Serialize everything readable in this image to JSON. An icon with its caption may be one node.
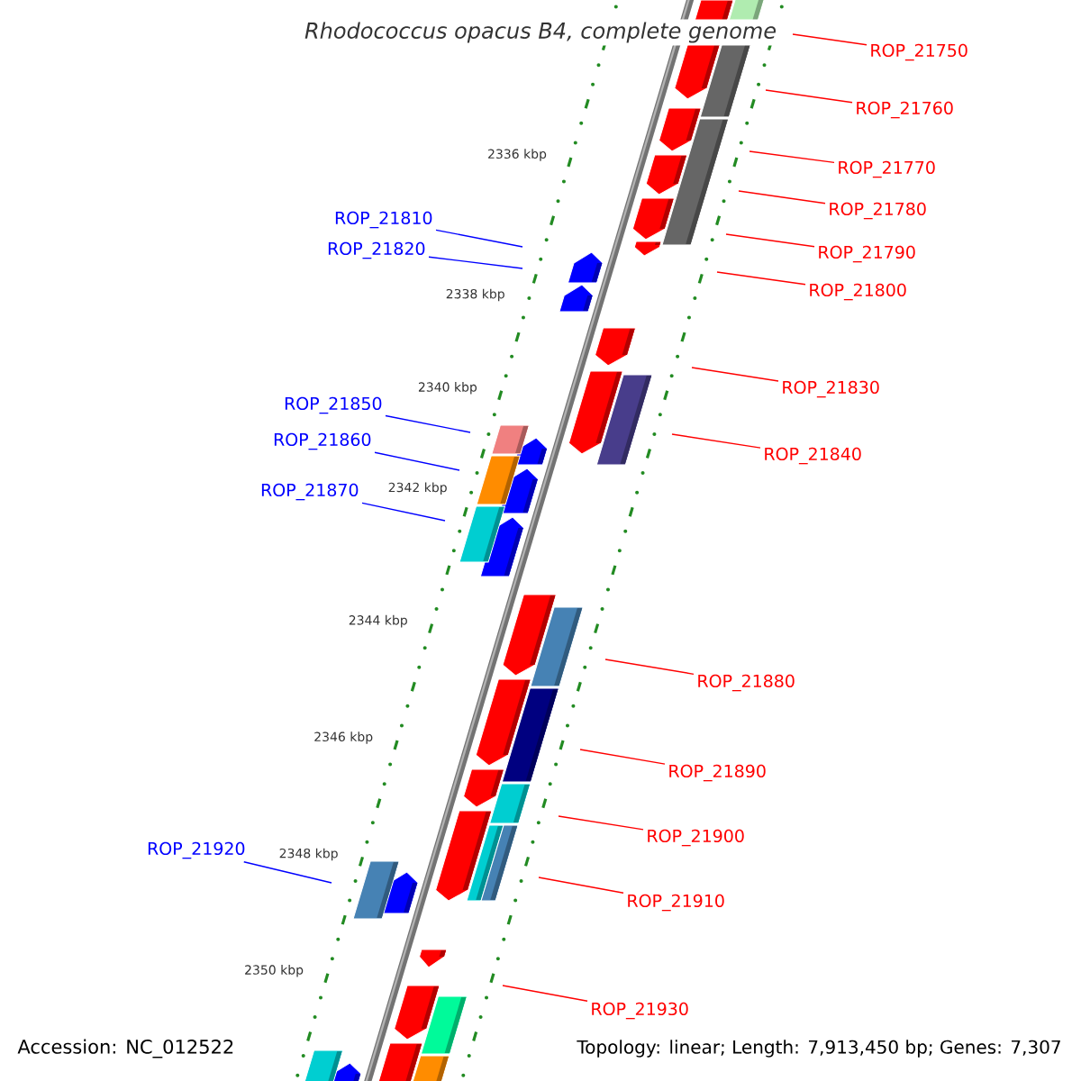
{
  "diagram": {
    "title": "Rhodococcus opacus B4, complete genome",
    "nodes": [
      {
        "text": [
          "ROP_21750"
        ]
      },
      {
        "text": [
          "ROP_21760"
        ]
      },
      {
        "text": [
          "ROP_21770"
        ]
      },
      {
        "text": [
          "ROP_21780"
        ]
      },
      {
        "text": [
          "ROP_21810"
        ]
      },
      {
        "text": [
          "ROP_21820"
        ]
      },
      {
        "text": [
          "ROP_21790"
        ]
      },
      {
        "text": [
          "ROP_21800"
        ]
      },
      {
        "text": [
          "ROP_21830"
        ]
      },
      {
        "text": [
          "ROP_21850"
        ]
      },
      {
        "text": [
          "ROP_21860"
        ]
      },
      {
        "text": [
          "ROP_21840"
        ]
      },
      {
        "text": [
          "ROP_21870"
        ]
      },
      {
        "text": [
          "ROP_21880"
        ]
      },
      {
        "text": [
          "ROP_21890"
        ]
      },
      {
        "text": [
          "ROP_21900"
        ]
      },
      {
        "text": [
          "ROP_21920"
        ]
      },
      {
        "text": [
          "ROP_21910"
        ]
      },
      {
        "text": [
          "ROP_21930"
        ]
      }
    ],
    "edges": [
      {
        "from": 0,
        "to": null,
        "arrow": "none"
      },
      {
        "from": 1,
        "to": null,
        "arrow": "none"
      },
      {
        "from": 2,
        "to": null,
        "arrow": "none"
      },
      {
        "from": 3,
        "to": null,
        "arrow": "none"
      },
      {
        "from": 4,
        "to": null,
        "arrow": "none",
        "color": "#0000ff"
      },
      {
        "from": 5,
        "to": null,
        "arrow": "none",
        "color": "#0000ff"
      },
      {
        "from": 6,
        "to": null,
        "arrow": "none"
      },
      {
        "from": 7,
        "to": null,
        "arrow": "none"
      },
      {
        "from": 8,
        "to": null,
        "arrow": "none"
      },
      {
        "from": 9,
        "to": null,
        "arrow": "none",
        "color": "#0000ff"
      },
      {
        "from": 10,
        "to": null,
        "arrow": "none",
        "color": "#0000ff"
      },
      {
        "from": 11,
        "to": null,
        "arrow": "none"
      },
      {
        "from": 12,
        "to": null,
        "arrow": "none",
        "color": "#0000ff"
      },
      {
        "from": 13,
        "to": null,
        "arrow": "none"
      },
      {
        "from": 14,
        "to": null,
        "arrow": "none"
      },
      {
        "from": 15,
        "to": null,
        "arrow": "none"
      },
      {
        "from": 16,
        "to": null,
        "arrow": "none",
        "color": "#0000ff"
      },
      {
        "from": 17,
        "to": null,
        "arrow": "none"
      },
      {
        "from": 18,
        "to": null,
        "arrow": "none"
      }
    ],
    "labels": [
      "2336 kbp",
      "2338 kbp",
      "2340 kbp",
      "2342 kbp",
      "2344 kbp",
      "2346 kbp",
      "2348 kbp",
      "2350 kbp",
      "Accession: NC_012522",
      "Topology: linear; Length: 7,913,450 bp; Genes: 7,307"
    ]
  }
}
